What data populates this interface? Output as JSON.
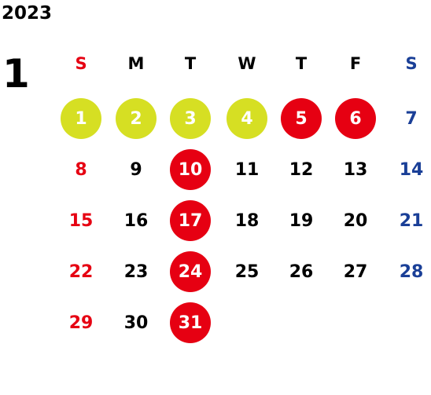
{
  "calendar": {
    "year": "2023",
    "month": "1",
    "weekday_headers": [
      "S",
      "M",
      "T",
      "W",
      "T",
      "F",
      "S"
    ],
    "start_weekday": 0,
    "colors": {
      "sunday": "#e60012",
      "saturday": "#1a3f97",
      "weekday": "#000000",
      "holiday_circle": "#e60012",
      "special_circle": "#d6df23",
      "circle_text": "#ffffff"
    },
    "days": [
      {
        "d": "1",
        "mark": "special"
      },
      {
        "d": "2",
        "mark": "special"
      },
      {
        "d": "3",
        "mark": "special"
      },
      {
        "d": "4",
        "mark": "special"
      },
      {
        "d": "5",
        "mark": "holiday"
      },
      {
        "d": "6",
        "mark": "holiday"
      },
      {
        "d": "7",
        "mark": ""
      },
      {
        "d": "8",
        "mark": ""
      },
      {
        "d": "9",
        "mark": ""
      },
      {
        "d": "10",
        "mark": "holiday"
      },
      {
        "d": "11",
        "mark": ""
      },
      {
        "d": "12",
        "mark": ""
      },
      {
        "d": "13",
        "mark": ""
      },
      {
        "d": "14",
        "mark": ""
      },
      {
        "d": "15",
        "mark": ""
      },
      {
        "d": "16",
        "mark": ""
      },
      {
        "d": "17",
        "mark": "holiday"
      },
      {
        "d": "18",
        "mark": ""
      },
      {
        "d": "19",
        "mark": ""
      },
      {
        "d": "20",
        "mark": ""
      },
      {
        "d": "21",
        "mark": ""
      },
      {
        "d": "22",
        "mark": ""
      },
      {
        "d": "23",
        "mark": ""
      },
      {
        "d": "24",
        "mark": "holiday"
      },
      {
        "d": "25",
        "mark": ""
      },
      {
        "d": "26",
        "mark": ""
      },
      {
        "d": "27",
        "mark": ""
      },
      {
        "d": "28",
        "mark": ""
      },
      {
        "d": "29",
        "mark": ""
      },
      {
        "d": "30",
        "mark": ""
      },
      {
        "d": "31",
        "mark": "holiday"
      }
    ]
  }
}
